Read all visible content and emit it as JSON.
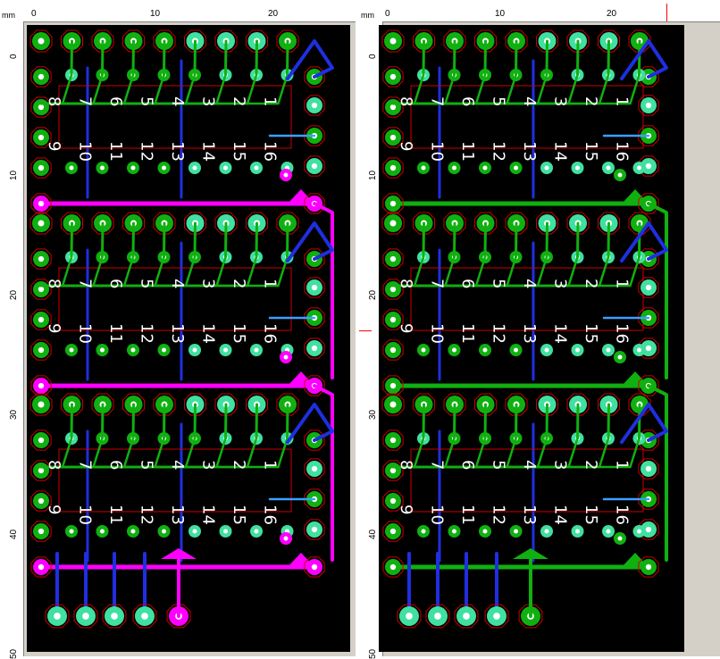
{
  "ruler": {
    "unit": "mm",
    "top_labels": [
      "0",
      "10",
      "20"
    ],
    "left_labels": [
      "0",
      "10",
      "20",
      "30",
      "40",
      "50"
    ]
  },
  "panes": [
    {
      "id": "left",
      "variant": "magenta"
    },
    {
      "id": "right",
      "variant": "green"
    }
  ],
  "chip": {
    "top_row": [
      "8",
      "7",
      "6",
      "5",
      "4",
      "3",
      "2",
      "1"
    ],
    "bottom_row": [
      "9",
      "10",
      "11",
      "12",
      "13",
      "14",
      "15",
      "16"
    ]
  },
  "colors": {
    "board": "#000000",
    "pad": "#10b010",
    "pad_light": "#40e0a0",
    "pad_outline": "#cc0000",
    "trace_bottom": "#1f2fe0",
    "trace_top": "#10b010",
    "trace_light": "#3aa0ff",
    "bus_left": "#ff00ff",
    "bus_right": "#10b010",
    "silkscreen": "#ffffff",
    "ruler_marker": "#ff0000"
  }
}
